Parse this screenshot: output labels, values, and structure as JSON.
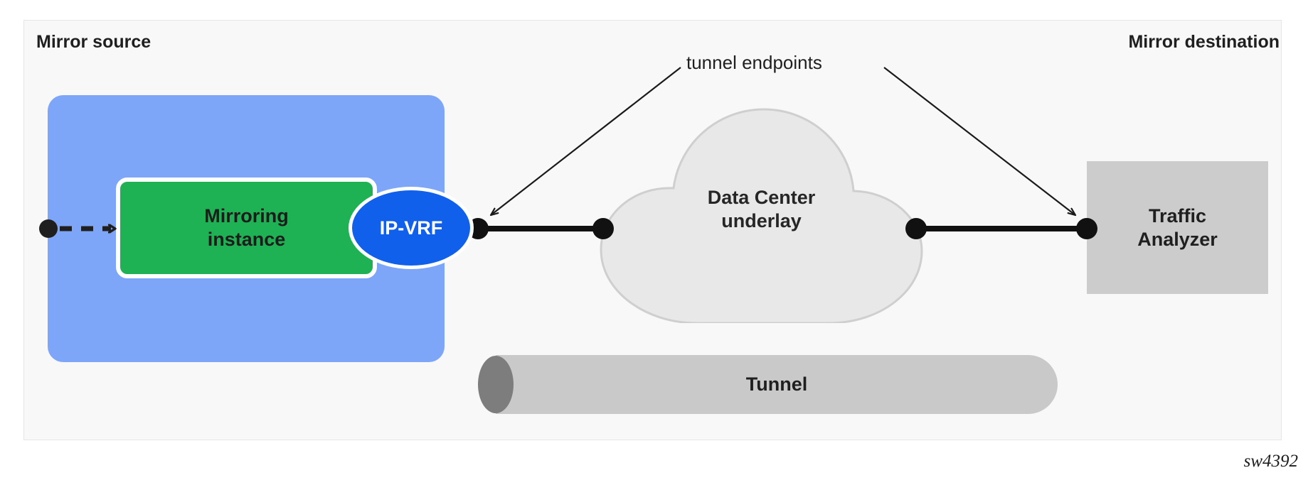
{
  "figure": {
    "watermark": "sw4392",
    "background_color": "#ffffff",
    "frame_fill": "#f8f8f8",
    "frame_border": "#e6e6e6"
  },
  "zones": {
    "source_label": "Mirror source",
    "destination_label": "Mirror destination"
  },
  "nodes": {
    "mirror_source_panel": {
      "color": "#7ea6f8"
    },
    "mirroring_instance": {
      "label": "Mirroring\ninstance",
      "fill": "#1fb254",
      "text_color": "#1c1c1c",
      "border_color": "#ffffff"
    },
    "ip_vrf": {
      "label": "IP-VRF",
      "fill": "#1060ec",
      "text_color": "#ffffff",
      "border_color": "#ffffff"
    },
    "data_center_cloud": {
      "label": "Data Center\nunderlay",
      "fill": "#e8e8e8",
      "stroke": "#cfcfcf",
      "text_color": "#262626"
    },
    "traffic_analyzer": {
      "label": "Traffic\nAnalyzer",
      "fill": "#cccccc",
      "text_color": "#1f1f1f"
    },
    "tunnel": {
      "label": "Tunnel",
      "body_fill": "#c9c9c9",
      "cap_fill": "#7d7d7d",
      "text_color": "#1f1f1f"
    }
  },
  "annotations": {
    "tunnel_endpoints": "tunnel endpoints"
  },
  "connectors": {
    "ingress_arrow": "dashed-arrow-into-mirroring-instance",
    "link_vrf_to_cloud": "solid-link",
    "link_cloud_to_analyzer": "solid-link",
    "endpoint_dot_color": "#111111",
    "leader_line_color": "#1a1a1a"
  }
}
